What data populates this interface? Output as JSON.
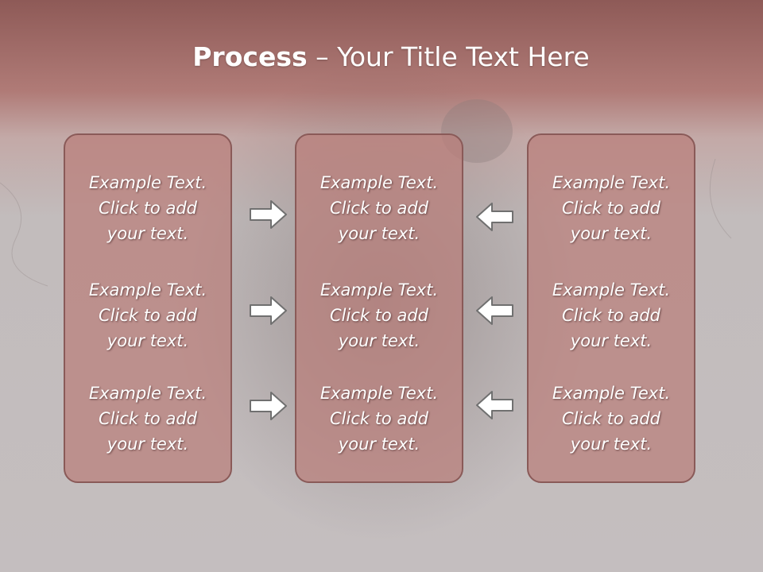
{
  "title": {
    "bold": "Process",
    "rest": " – Your Title Text Here"
  },
  "columns": [
    {
      "items": [
        "Example Text.\nClick  to add\nyour text.",
        "Example Text.\nClick  to add\nyour text.",
        "Example Text.\nClick  to add\nyour text."
      ]
    },
    {
      "items": [
        "Example Text.\nClick  to add\nyour text.",
        "Example Text.\nClick  to add\nyour text.",
        "Example Text.\nClick  to add\nyour text."
      ]
    },
    {
      "items": [
        "Example Text.\nClick  to add\nyour text.",
        "Example Text.\nClick  to add\nyour text.",
        "Example Text.\nClick  to add\nyour text."
      ]
    }
  ],
  "arrows": {
    "left_column": "right-arrow-icon",
    "right_column": "left-arrow-icon"
  },
  "colors": {
    "panel_fill": "#ba7e7a",
    "panel_border": "#8a5a58",
    "header": "#a8706c",
    "background": "#c4bebf",
    "arrow_fill": "#ffffff",
    "arrow_stroke": "#707070"
  }
}
